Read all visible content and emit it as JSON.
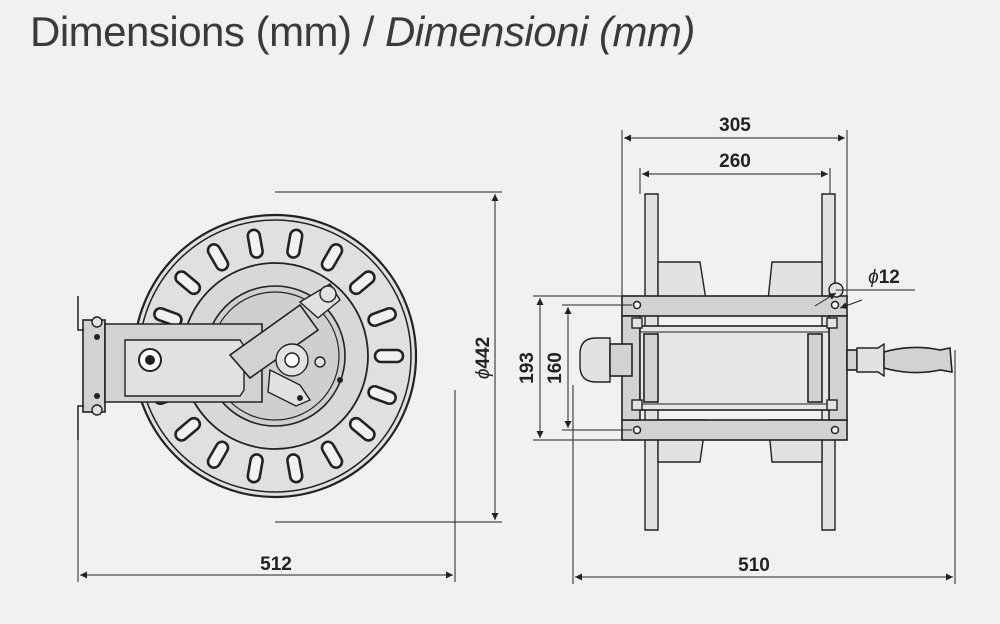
{
  "title": {
    "main": "Dimensions (mm) / ",
    "italic": "Dimensioni (mm)"
  },
  "dimensions": {
    "front_width": "512",
    "drum_diameter": "442",
    "diameter_symbol": "ϕ",
    "side_total_width": "305",
    "side_inner_width": "260",
    "hole_diameter": "12",
    "base_height": "193",
    "base_hole_spacing": "160",
    "side_depth": "510"
  },
  "colors": {
    "line": "#222222",
    "fill": "#d2d2d2",
    "background": "#f1f1f1"
  }
}
